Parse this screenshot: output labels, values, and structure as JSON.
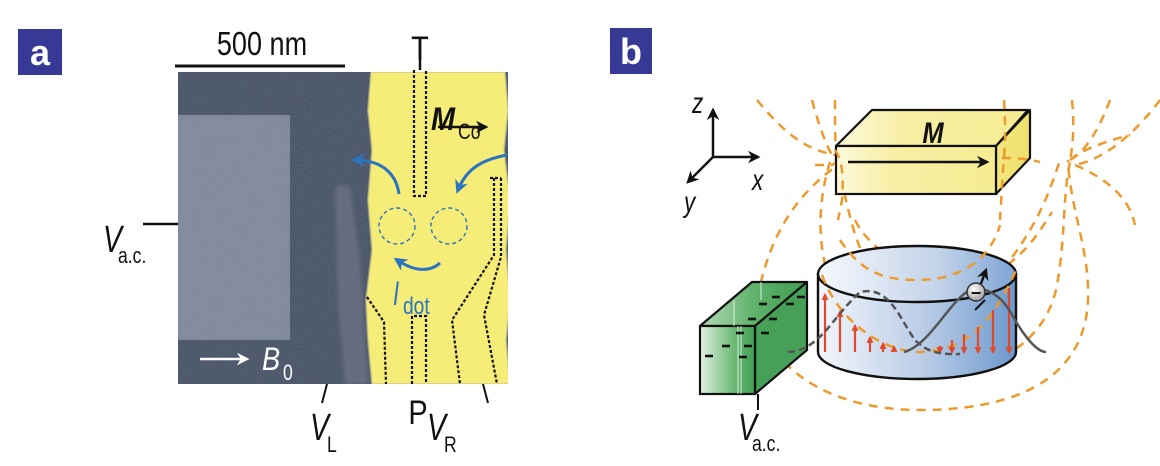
{
  "figure": {
    "panel_a": {
      "badge": "a",
      "scale_bar": "500 nm",
      "contacts": {
        "top": "T",
        "bottom": "P"
      },
      "magnetization": {
        "symbol": "M",
        "subscript": "Co"
      },
      "current": {
        "symbol": "I",
        "subscript": "dot"
      },
      "field": {
        "symbol": "B",
        "subscript": "0"
      },
      "ac_gate": {
        "symbol": "V",
        "subscript": "a.c."
      },
      "left_gate": {
        "symbol": "V",
        "subscript": "L"
      },
      "right_gate": {
        "symbol": "V",
        "subscript": "R"
      }
    },
    "panel_b": {
      "badge": "b",
      "axes": {
        "z": "z",
        "x": "x",
        "y": "y"
      },
      "magnet_label": "M",
      "ac_gate": {
        "symbol": "V",
        "subscript": "a.c."
      },
      "electron_charge": "−"
    },
    "colors": {
      "badge": "#363a94",
      "gold_strip": "#f6ec78",
      "sem_dark": "#3d424b",
      "sem_light": "#7a8290",
      "current_arrow": "#2a74c0",
      "field_line": "#ec9a2c",
      "spin_arrow": "#e04a2c",
      "gate_green": "#3f9e52",
      "dot_blue": "#8fb0d8"
    }
  }
}
